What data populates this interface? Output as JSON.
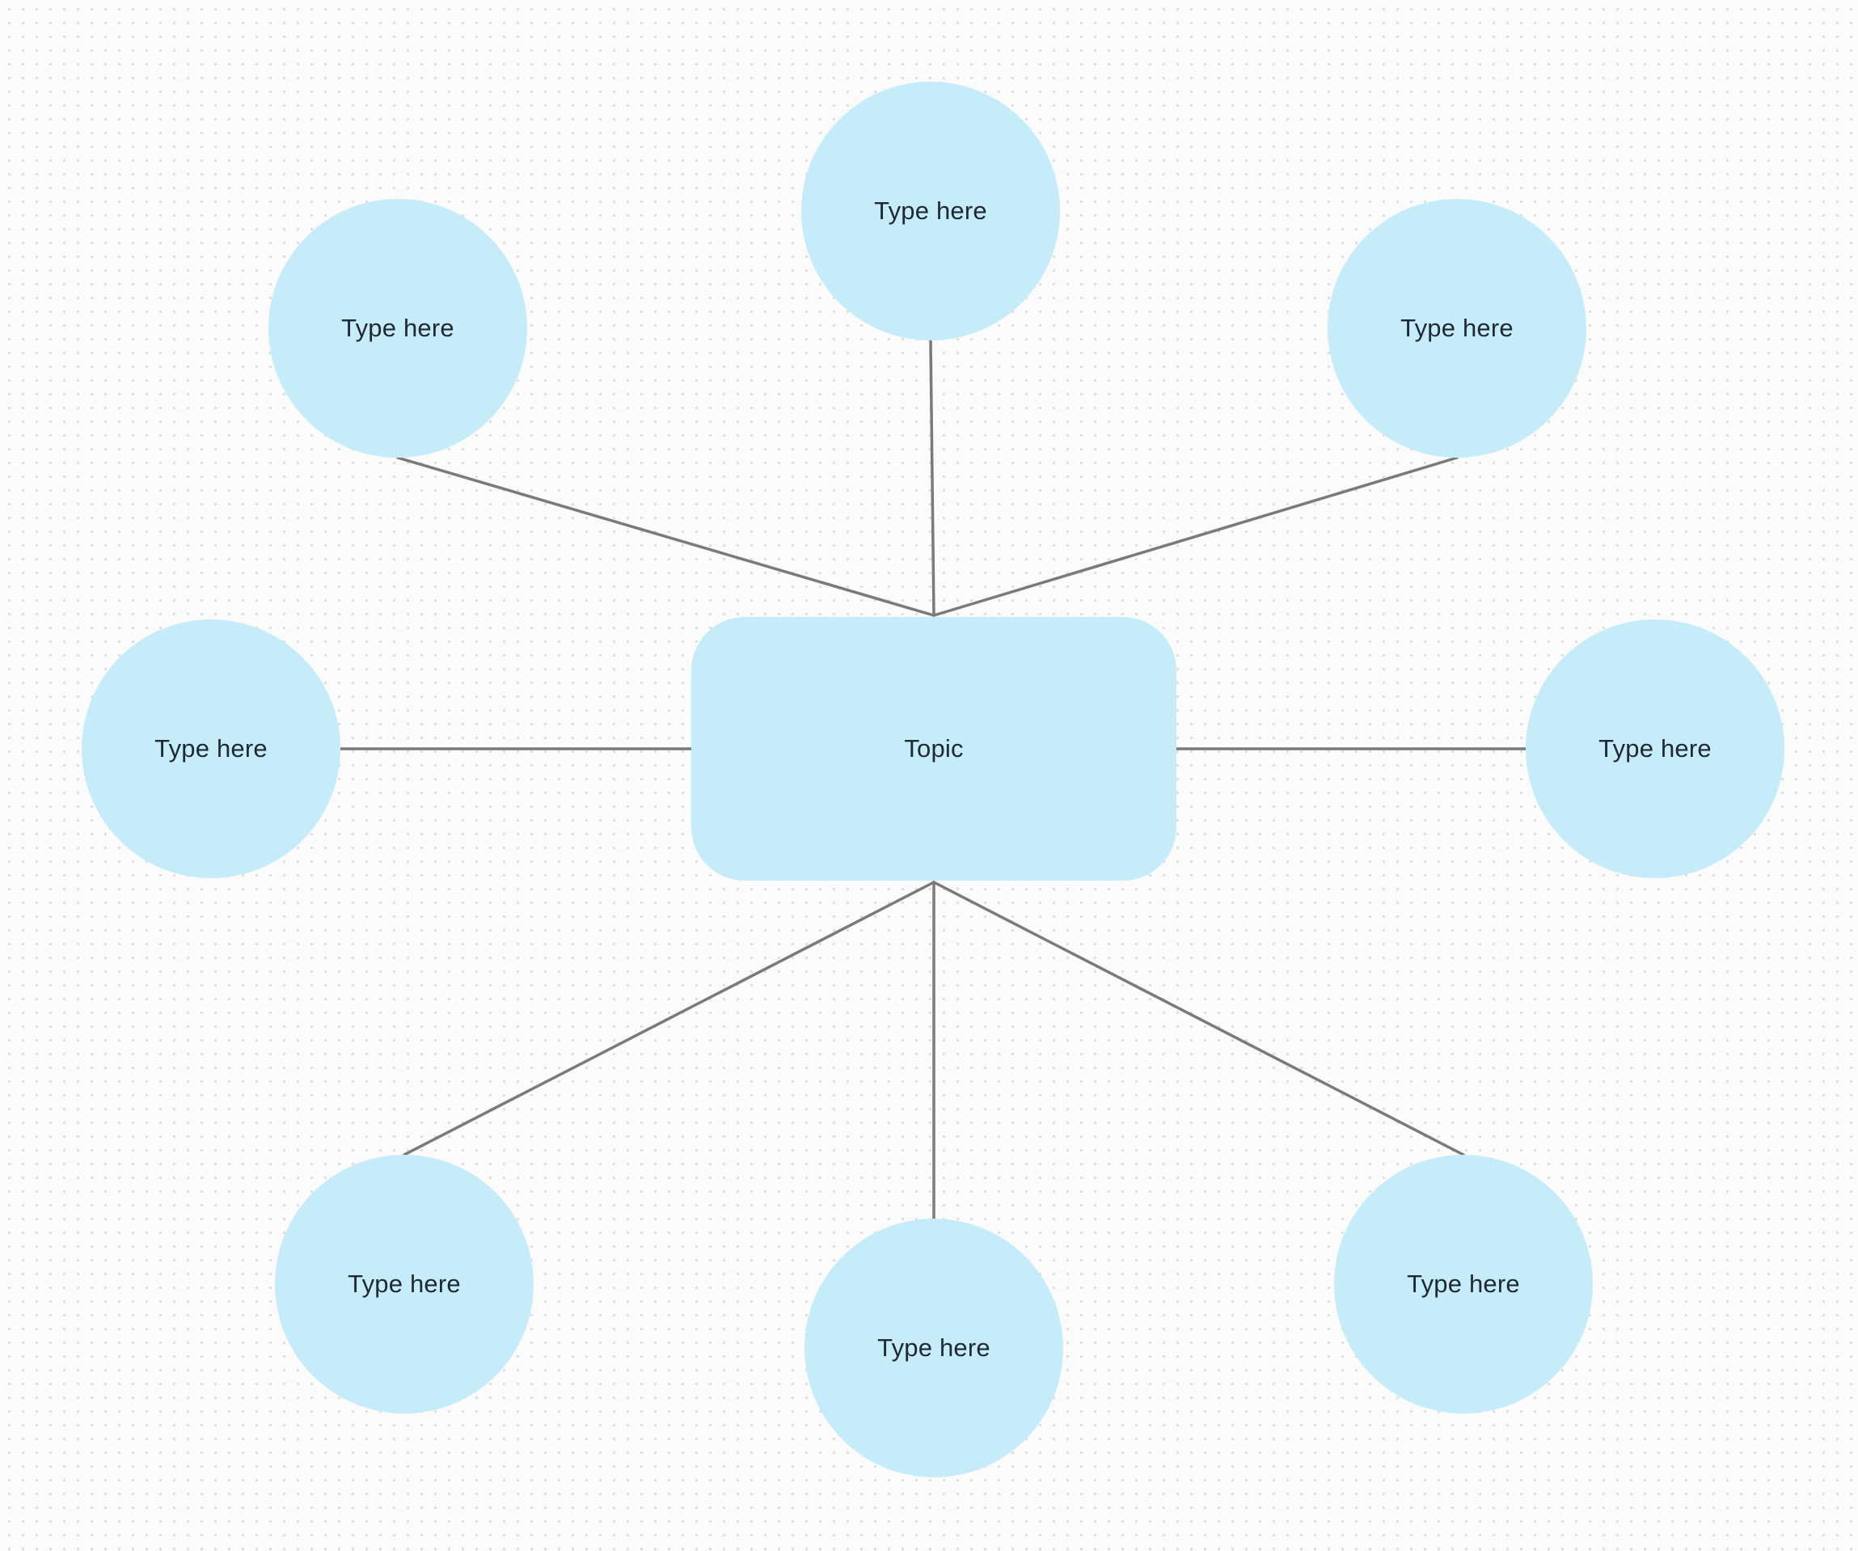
{
  "diagram": {
    "type": "mind-map",
    "colors": {
      "node_fill": "#c7ecf9",
      "connector": "#7a7a7a",
      "text": "#1f2933",
      "canvas_dots": "#dcdcdc",
      "canvas_background": "#fbfbfb"
    },
    "center": {
      "label": "Topic"
    },
    "branches": [
      {
        "label": "Type here"
      },
      {
        "label": "Type here"
      },
      {
        "label": "Type here"
      },
      {
        "label": "Type here"
      },
      {
        "label": "Type here"
      },
      {
        "label": "Type here"
      },
      {
        "label": "Type here"
      },
      {
        "label": "Type here"
      }
    ]
  }
}
